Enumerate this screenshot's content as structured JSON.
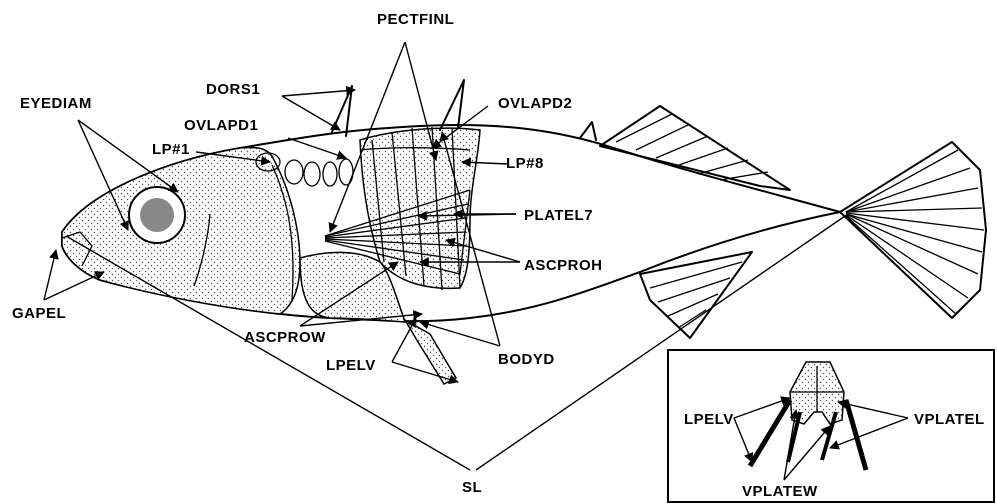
{
  "labels": {
    "pectfinl": "PECTFINL",
    "eyediam": "EYEDIAM",
    "dors1": "DORS1",
    "ovlapd1": "OVLAPD1",
    "ovlapd2": "OVLAPD2",
    "lp1": "LP#1",
    "lp8": "LP#8",
    "platel7": "PLATEL7",
    "ascproh": "ASCPROH",
    "gapel": "GAPEL",
    "ascprow": "ASCPROW",
    "lpelv": "LPELV",
    "bodyd": "BODYD",
    "sl": "SL"
  },
  "inset": {
    "lpelv": "LPELV",
    "vplatel": "VPLATEL",
    "vplatew": "VPLATEW"
  },
  "colors": {
    "ink": "#000000",
    "eye": "#888888",
    "paper": "#ffffff"
  }
}
